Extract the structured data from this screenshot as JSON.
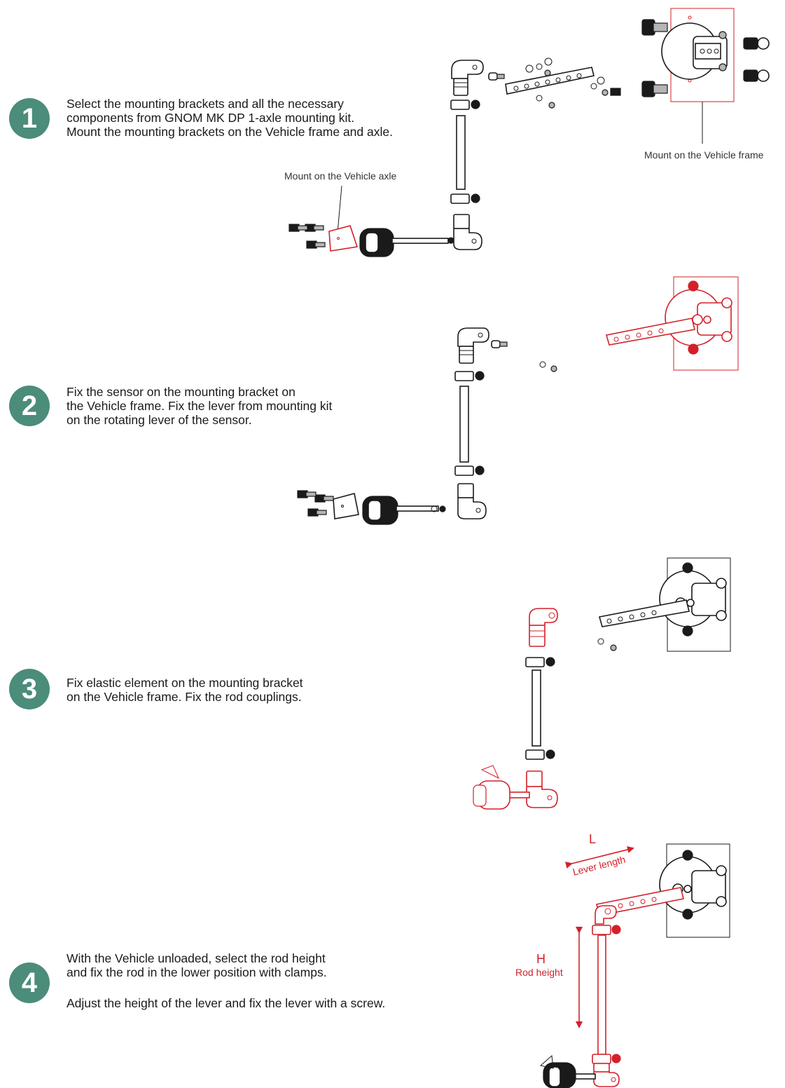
{
  "colors": {
    "badge": "#4b8c7a",
    "accent_red": "#d4202a",
    "line": "#1a1a1a"
  },
  "steps": [
    {
      "number": "1",
      "lines": [
        "Select the mounting brackets and all the necessary",
        "components from GNOM MK DP 1-axle mounting kit.",
        "Mount the mounting brackets on the Vehicle frame and axle."
      ],
      "callouts": {
        "frame": "Mount on the Vehicle frame",
        "axle": "Mount on the Vehicle axle"
      }
    },
    {
      "number": "2",
      "lines": [
        "Fix the sensor on the mounting bracket on",
        "the Vehicle frame. Fix the lever from mounting kit",
        "on the rotating lever of the sensor."
      ]
    },
    {
      "number": "3",
      "lines": [
        "Fix elastic element on the mounting bracket",
        "on the Vehicle frame. Fix the rod couplings."
      ]
    },
    {
      "number": "4",
      "lines": [
        "With the Vehicle unloaded, select the rod height",
        "and fix the rod in the lower position with clamps."
      ],
      "extra_line": "Adjust the height of the lever and fix the lever with a screw.",
      "dims": {
        "L": "L",
        "lever_length": "Lever length",
        "H": "H",
        "rod_height": "Rod height"
      }
    }
  ]
}
